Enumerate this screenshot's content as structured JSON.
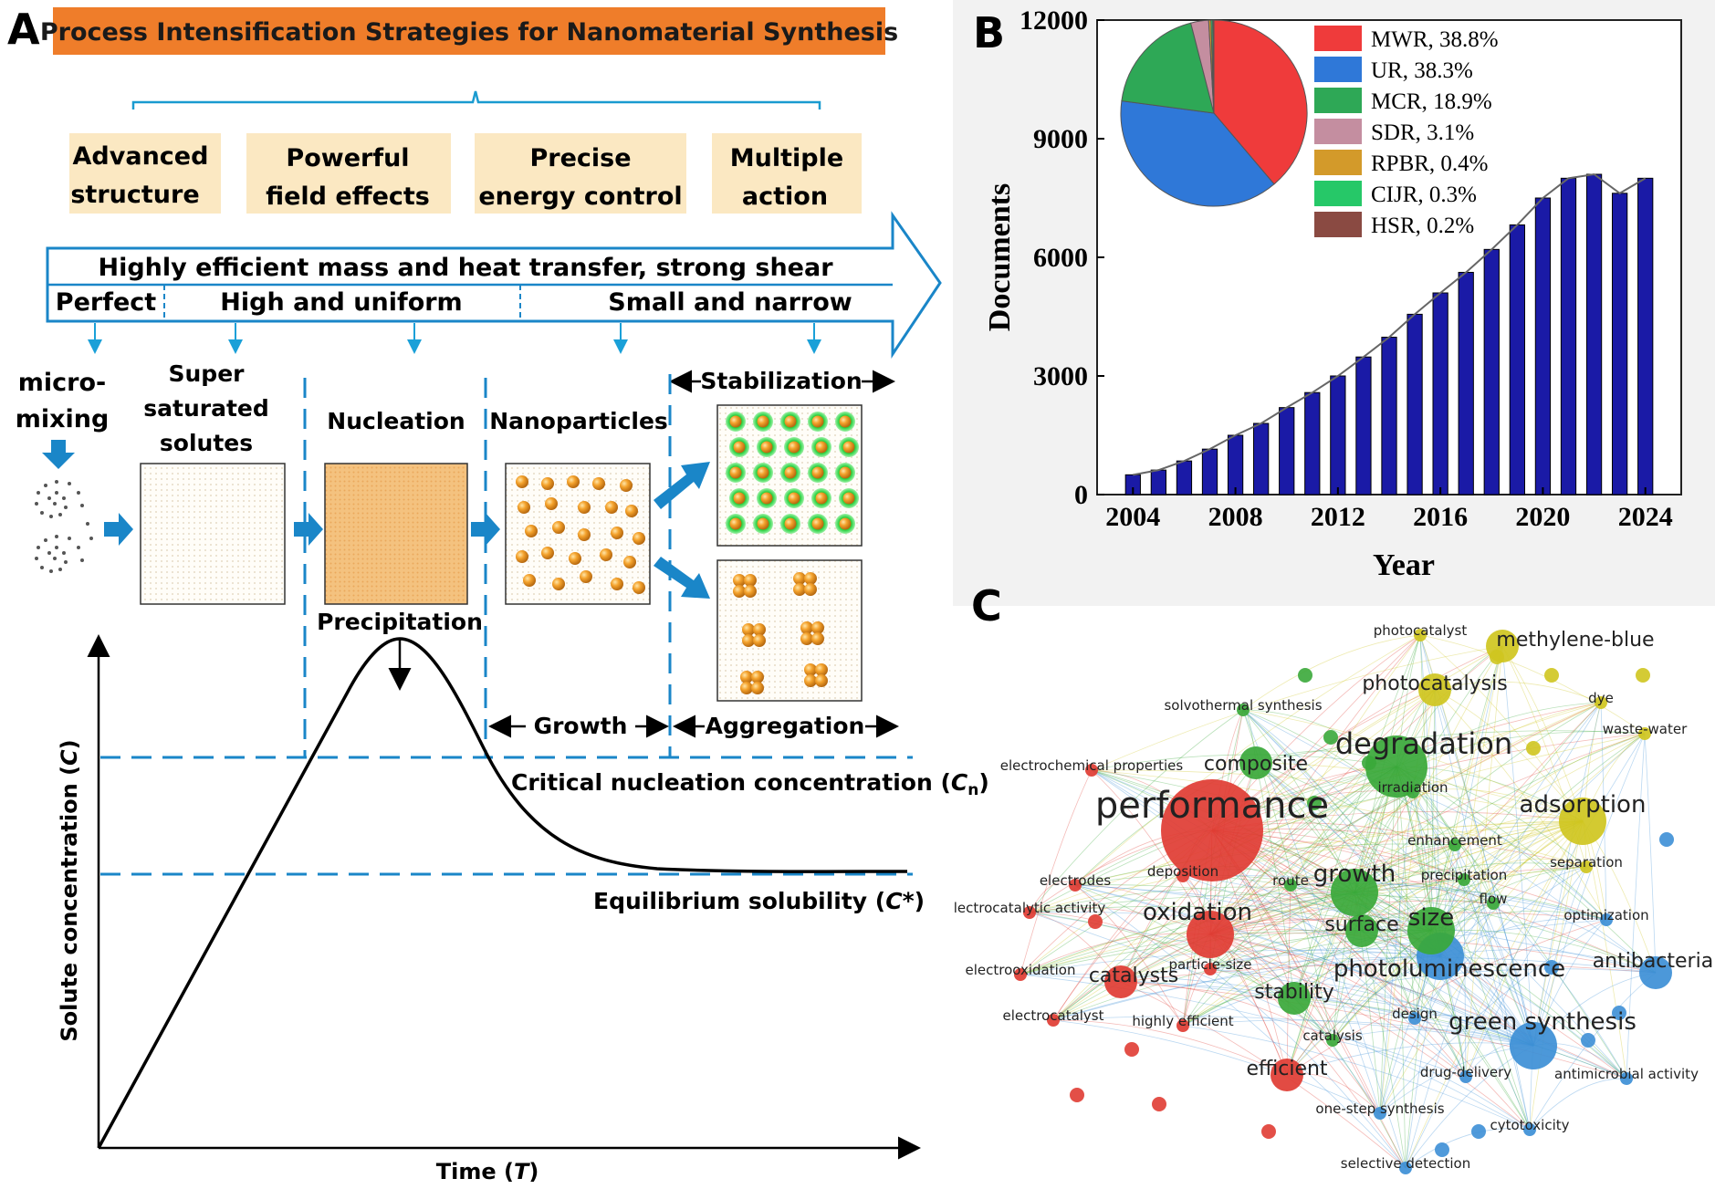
{
  "panel_a": {
    "letter": "A",
    "banner_title": "Process Intensification Strategies for Nanomaterial Synthesis",
    "strategies": [
      {
        "line1": "Advanced",
        "line2": "structure"
      },
      {
        "line1": "Powerful",
        "line2": "field effects"
      },
      {
        "line1": "Precise",
        "line2": "energy control"
      },
      {
        "line1": "Multiple",
        "line2": "action"
      }
    ],
    "arrow_title": "Highly efficient mass and heat transfer, strong shear",
    "arrow_segments": [
      "Perfect",
      "High and uniform",
      "Small and narrow"
    ],
    "micromixing_line1": "micro-",
    "micromixing_line2": "mixing",
    "stage_super_line1": "Super",
    "stage_super_line2": "saturated",
    "stage_super_line3": "solutes",
    "stage_nucleation": "Nucleation",
    "stage_nanoparticles": "Nanoparticles",
    "stage_stabilization": "Stabilization",
    "stage_precipitation": "Precipitation",
    "stage_growth": "Growth",
    "stage_aggregation": "Aggregation",
    "critical_label": "Critical nucleation concentration (",
    "critical_symbol": "C",
    "critical_sub": "n",
    "equilibrium_label": "Equilibrium solubility (",
    "equilibrium_symbol": "C*",
    "ylabel": "Solute concentration (",
    "ylabel_symbol": "C",
    "xlabel": "Time (",
    "xlabel_symbol": "T",
    "paren_close": ")"
  },
  "panel_b": {
    "letter": "B",
    "chart_data": [
      {
        "type": "bar",
        "xlabel": "Year",
        "ylabel": "Documents",
        "ylim": [
          0,
          12000
        ],
        "yticks": [
          0,
          3000,
          6000,
          9000,
          12000
        ],
        "xticks": [
          2004,
          2008,
          2012,
          2016,
          2020,
          2024
        ],
        "x": [
          2004,
          2005,
          2006,
          2007,
          2008,
          2009,
          2010,
          2011,
          2012,
          2013,
          2014,
          2015,
          2016,
          2017,
          2018,
          2019,
          2020,
          2021,
          2022,
          2023,
          2024
        ],
        "values": [
          500,
          620,
          850,
          1150,
          1500,
          1800,
          2200,
          2580,
          3000,
          3480,
          3980,
          4560,
          5100,
          5620,
          6200,
          6820,
          7500,
          8000,
          8100,
          7620,
          8000
        ],
        "bar_color": "#1a1aa6",
        "trend_line": true
      },
      {
        "type": "pie",
        "labels": [
          "MWR, 38.8%",
          "UR, 38.3%",
          "MCR, 18.9%",
          "SDR, 3.1%",
          "RPBR, 0.4%",
          "CIJR, 0.3%",
          "HSR, 0.2%"
        ],
        "values": [
          38.8,
          38.3,
          18.9,
          3.1,
          0.4,
          0.3,
          0.2
        ],
        "colors": [
          "#ef3b3b",
          "#2f78d8",
          "#2ea856",
          "#c48ea0",
          "#d39a2a",
          "#26c868",
          "#8a4a42"
        ],
        "legend_position": "right"
      }
    ]
  },
  "panel_c": {
    "letter": "C",
    "clusters": {
      "red": "#e03c33",
      "green": "#3aa83a",
      "yellow": "#cfc51f",
      "blue": "#3d8fd6"
    },
    "keywords": [
      {
        "text": "performance",
        "cluster": "red",
        "weight": 5
      },
      {
        "text": "degradation",
        "cluster": "green",
        "weight": 4
      },
      {
        "text": "adsorption",
        "cluster": "yellow",
        "weight": 3
      },
      {
        "text": "green synthesis",
        "cluster": "blue",
        "weight": 3
      },
      {
        "text": "oxidation",
        "cluster": "red",
        "weight": 3
      },
      {
        "text": "photoluminescence",
        "cluster": "blue",
        "weight": 3
      },
      {
        "text": "growth",
        "cluster": "green",
        "weight": 3
      },
      {
        "text": "size",
        "cluster": "green",
        "weight": 3
      },
      {
        "text": "photocatalysis",
        "cluster": "yellow",
        "weight": 2
      },
      {
        "text": "composite",
        "cluster": "green",
        "weight": 2
      },
      {
        "text": "methylene-blue",
        "cluster": "yellow",
        "weight": 2
      },
      {
        "text": "catalysts",
        "cluster": "red",
        "weight": 2
      },
      {
        "text": "efficient",
        "cluster": "red",
        "weight": 2
      },
      {
        "text": "antibacterial",
        "cluster": "blue",
        "weight": 2
      },
      {
        "text": "surface",
        "cluster": "green",
        "weight": 2
      },
      {
        "text": "stability",
        "cluster": "green",
        "weight": 2
      },
      {
        "text": "optimization",
        "cluster": "blue",
        "weight": 1
      },
      {
        "text": "antimicrobial activity",
        "cluster": "blue",
        "weight": 1
      },
      {
        "text": "drug-delivery",
        "cluster": "blue",
        "weight": 1
      },
      {
        "text": "cytotoxicity",
        "cluster": "blue",
        "weight": 1
      },
      {
        "text": "one-step synthesis",
        "cluster": "blue",
        "weight": 1
      },
      {
        "text": "selective detection",
        "cluster": "blue",
        "weight": 1
      },
      {
        "text": "design",
        "cluster": "blue",
        "weight": 1
      },
      {
        "text": "waste-water",
        "cluster": "yellow",
        "weight": 1
      },
      {
        "text": "dye",
        "cluster": "yellow",
        "weight": 1
      },
      {
        "text": "photocatalyst",
        "cluster": "yellow",
        "weight": 1
      },
      {
        "text": "separation",
        "cluster": "yellow",
        "weight": 1
      },
      {
        "text": "solvothermal synthesis",
        "cluster": "green",
        "weight": 1
      },
      {
        "text": "irradiation",
        "cluster": "green",
        "weight": 1
      },
      {
        "text": "enhancement",
        "cluster": "green",
        "weight": 1
      },
      {
        "text": "precipitation",
        "cluster": "green",
        "weight": 1
      },
      {
        "text": "flow",
        "cluster": "green",
        "weight": 1
      },
      {
        "text": "route",
        "cluster": "green",
        "weight": 1
      },
      {
        "text": "catalysis",
        "cluster": "green",
        "weight": 1
      },
      {
        "text": "electrochemical properties",
        "cluster": "red",
        "weight": 1
      },
      {
        "text": "electrodes",
        "cluster": "red",
        "weight": 1
      },
      {
        "text": "deposition",
        "cluster": "red",
        "weight": 1
      },
      {
        "text": "lectrocatalytic activity",
        "cluster": "red",
        "weight": 1
      },
      {
        "text": "electrooxidation",
        "cluster": "red",
        "weight": 1
      },
      {
        "text": "particle-size",
        "cluster": "red",
        "weight": 1
      },
      {
        "text": "electrocatalyst",
        "cluster": "red",
        "weight": 1
      },
      {
        "text": "highly efficient",
        "cluster": "red",
        "weight": 1
      }
    ]
  }
}
